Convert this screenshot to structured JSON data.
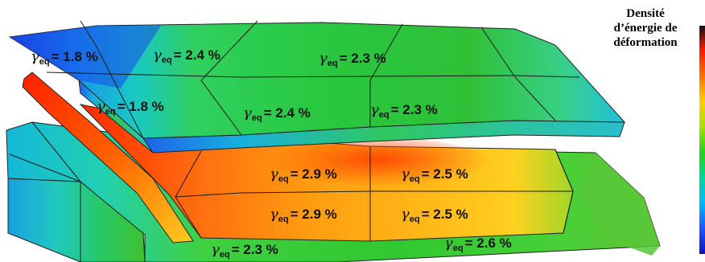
{
  "legend": {
    "title_lines": [
      "Densité",
      "d’énergie de",
      "déformation"
    ],
    "scale": [
      "#111111",
      "#ff1a00",
      "#ff7000",
      "#ffd000",
      "#a8e000",
      "#20d020",
      "#00d8a0",
      "#00b8ff",
      "#2050ff",
      "#1010c0"
    ]
  },
  "labels": [
    {
      "id": "l1",
      "symbol": "γ",
      "sub": "eq",
      "value": "= 1.8 %"
    },
    {
      "id": "l2",
      "symbol": "γ",
      "sub": "eq",
      "value": "= 2.4 %"
    },
    {
      "id": "l3",
      "symbol": "γ",
      "sub": "eq",
      "value": "= 2.3 %"
    },
    {
      "id": "l4",
      "symbol": "γ",
      "sub": "eq",
      "value": "= 1.8 %"
    },
    {
      "id": "l5",
      "symbol": "γ",
      "sub": "eq",
      "value": "= 2.4 %"
    },
    {
      "id": "l6",
      "symbol": "γ",
      "sub": "eq",
      "value": "= 2.3 %"
    },
    {
      "id": "l7",
      "symbol": "γ",
      "sub": "eq",
      "value": "= 2.9 %"
    },
    {
      "id": "l8",
      "symbol": "γ",
      "sub": "eq",
      "value": "= 2.5 %"
    },
    {
      "id": "l9",
      "symbol": "γ",
      "sub": "eq",
      "value": "= 2.9 %"
    },
    {
      "id": "l10",
      "symbol": "γ",
      "sub": "eq",
      "value": "= 2.5 %"
    },
    {
      "id": "l11",
      "symbol": "γ",
      "sub": "eq",
      "value": "= 2.3 %"
    },
    {
      "id": "l12",
      "symbol": "γ",
      "sub": "eq",
      "value": "= 2.6 %"
    }
  ]
}
